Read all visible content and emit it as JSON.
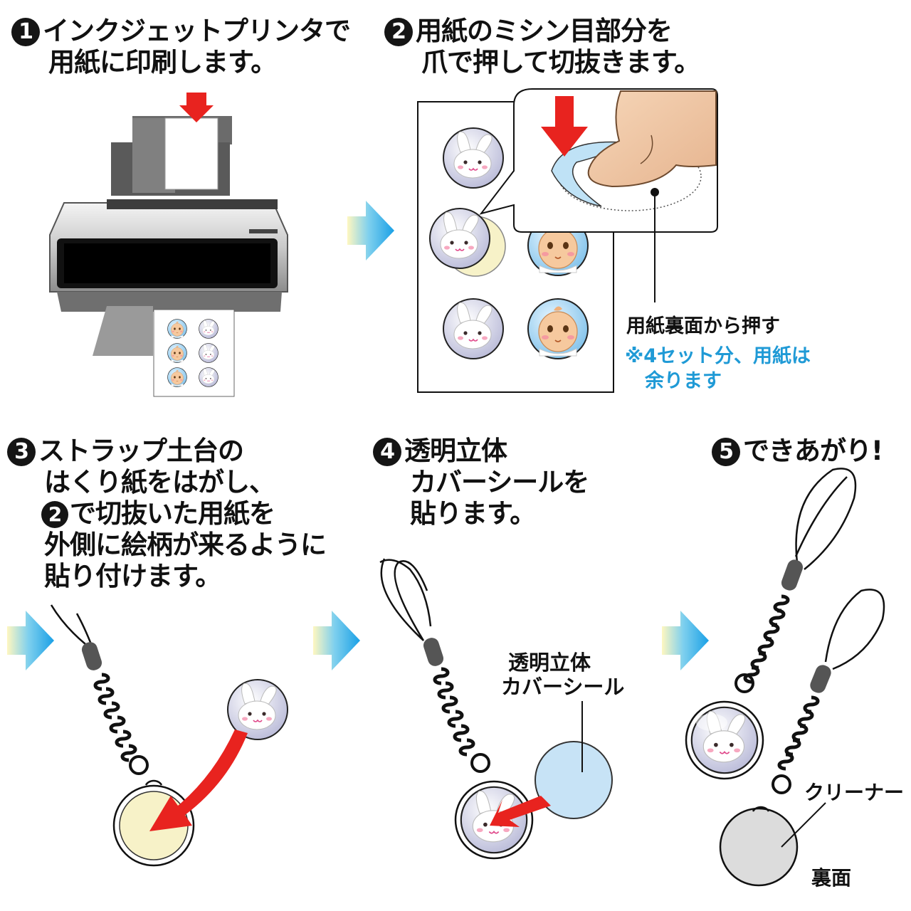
{
  "steps": [
    {
      "num": "1",
      "lines": [
        "インクジェットプリンタで",
        "用紙に印刷します。"
      ]
    },
    {
      "num": "2",
      "lines": [
        "用紙のミシン目部分を",
        "爪で押して切抜きます。"
      ]
    },
    {
      "num": "3",
      "lines": [
        "ストラップ土台の",
        "はくり紙をはがし、",
        "で切抜いた用紙を",
        "外側に絵柄が来るように",
        "貼り付けます。"
      ],
      "inline_ref": "2"
    },
    {
      "num": "4",
      "lines": [
        "透明立体",
        "カバーシールを",
        "貼ります。"
      ]
    },
    {
      "num": "5",
      "lines": [
        "できあがり!"
      ]
    }
  ],
  "labels": {
    "press_back": "用紙裏面から押す",
    "note_line1": "※4セット分、用紙は",
    "note_line2": "余ります",
    "cover_seal_1": "透明立体",
    "cover_seal_2": "カバーシール",
    "cleaner": "クリーナー",
    "back_side": "裏面"
  },
  "colors": {
    "arrow_red": "#e8231f",
    "flow_arrow_blue": "#1aa0e6",
    "note_blue": "#1f9ad6",
    "rabbit_bg": "#cfd0e8",
    "baby_bg": "#9ed0ee",
    "cream": "#f7f2c8",
    "cover_blue": "#c7e3f6",
    "cleaner_gray": "#dcdcdc"
  }
}
